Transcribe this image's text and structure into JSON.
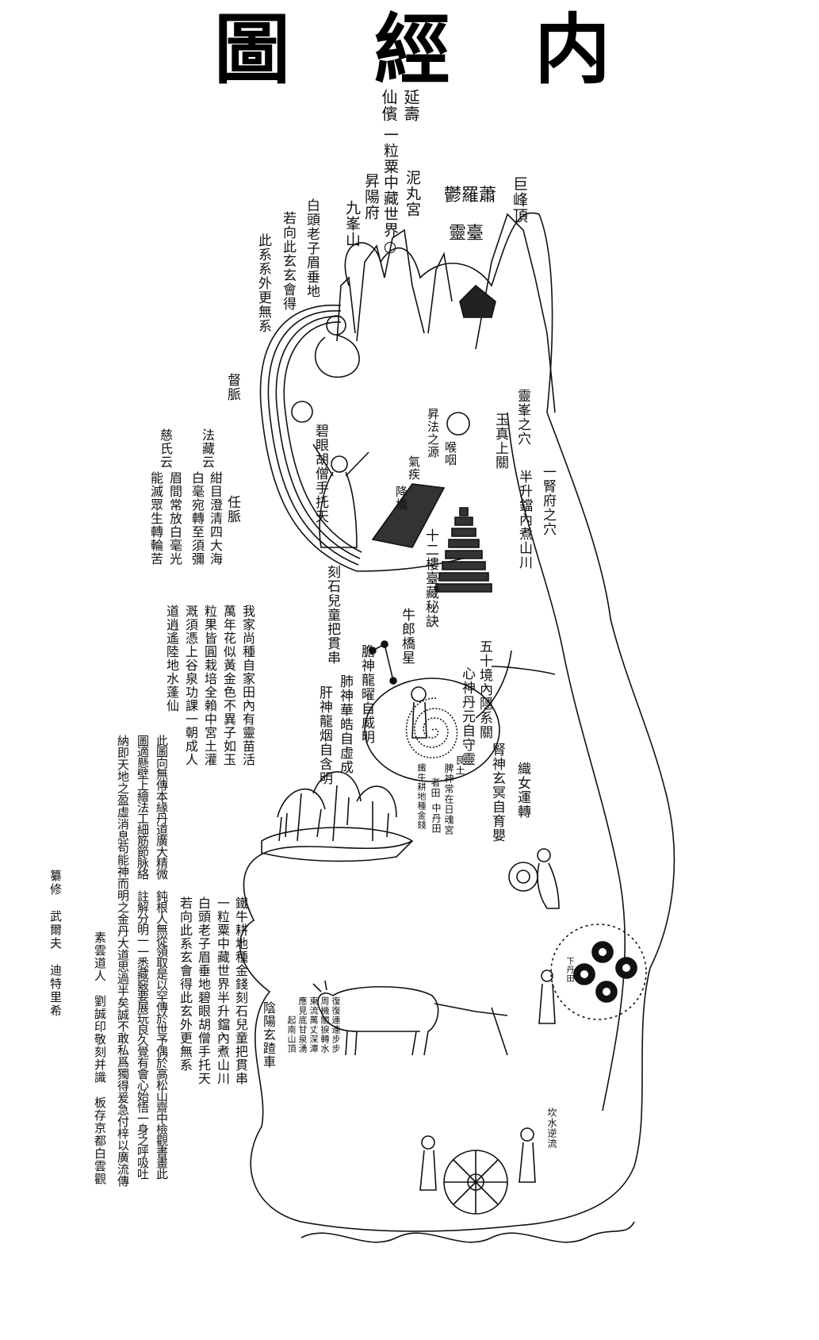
{
  "title": "内經圖",
  "title_chars": [
    "内",
    "經",
    "圖"
  ],
  "labels": [
    "延壽",
    "仙儐",
    "一粒粟中藏世界○",
    "泥丸宮",
    "昇陽府",
    "九峯山",
    "巨峰頂",
    "鬱羅蕭",
    "靈臺",
    "白頭老子眉垂地",
    "若向此玄玄會得",
    "此系系外更無系",
    "督脈",
    "任脈",
    "碧眼胡僧手托天",
    "法藏云",
    "紺目澄清四大海",
    "白毫宛轉至須彌",
    "慈氏云",
    "眉間常放白毫光",
    "能滅眾生轉輪苦",
    "靈峯之穴",
    "玉真上關",
    "一腎府之穴",
    "半升鐺內煮山川",
    "昇法之源",
    "喉咽",
    "氣疾",
    "降橋",
    "十二樓臺藏秘訣",
    "牛郎橋星",
    "刻石兒童把貫串",
    "五十境內隱系關",
    "心神丹元自守靈",
    "膽神龍曜自威明",
    "肺神華皓自虛成",
    "肝神龍烟自含明",
    "艮土",
    "者田",
    "我家尚種自家田內有靈苗活",
    "萬年花似黃金色不異子如玉",
    "粒果皆圓栽培全賴中宮土灌",
    "溉須憑上谷泉功課一朝成人",
    "道逍遙陸地水蓬仙",
    "腎神玄冥自育嬰",
    "織女運轉",
    "脾神常在日魂宮",
    "中丹田",
    "鐵牛耕地種金錢",
    "此圖向無傳本緣丹道廣大精微　鈍根人無從領取是以罕傳於世予偶於高松山齋中檢觀書畫此",
    "圖適懸壁上繪法工細筋節脉絡　註解分明一一悉藏竅要展玩良久覺有會心始悟一身之呼吸吐",
    "納即天地之盈虛消息苟能神而明之金丹大道思過半矣誠不敢私爲獨得爰急付梓以廣流傳",
    "素雲道人　劉誠印敬刻并識　板存京都白雲觀",
    "纂修　武爾夫　迪特里希",
    "鐵牛耕地種金錢刻石兒童把貫串",
    "一粒粟中藏世界半升鐺內煮山川",
    "白頭老子眉垂地碧眼胡僧手托天",
    "若向此系玄會得此玄外更無系",
    "陰陽玄蹅車",
    "復復連連步步",
    "周機關捩轉水",
    "東流萬丈深潭",
    "應見底甘泉湧",
    "起南山頂",
    "坎水逆流",
    "下丹田"
  ]
}
